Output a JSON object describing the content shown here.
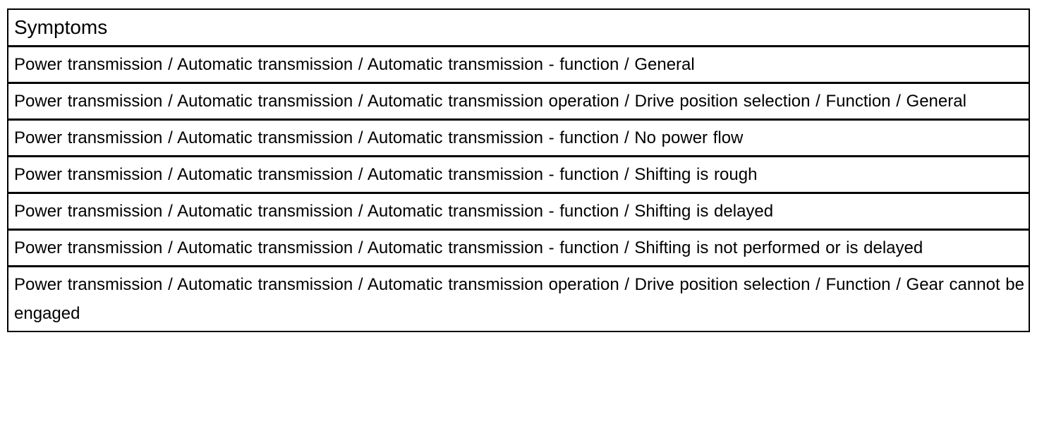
{
  "table": {
    "header": "Symptoms",
    "rows": [
      "Power transmission / Automatic transmission / Automatic transmission - function / General",
      "Power transmission / Automatic transmission / Automatic transmission operation / Drive position selection / Function / General",
      "Power transmission / Automatic transmission / Automatic transmission - function / No power flow",
      "Power transmission / Automatic transmission / Automatic transmission - function / Shifting is rough",
      "Power transmission / Automatic transmission / Automatic transmission - function / Shifting is delayed",
      "Power transmission / Automatic transmission / Automatic transmission - function / Shifting is not performed or is delayed",
      "Power transmission / Automatic transmission / Automatic transmission operation / Drive position selection / Function / Gear cannot be engaged"
    ]
  }
}
